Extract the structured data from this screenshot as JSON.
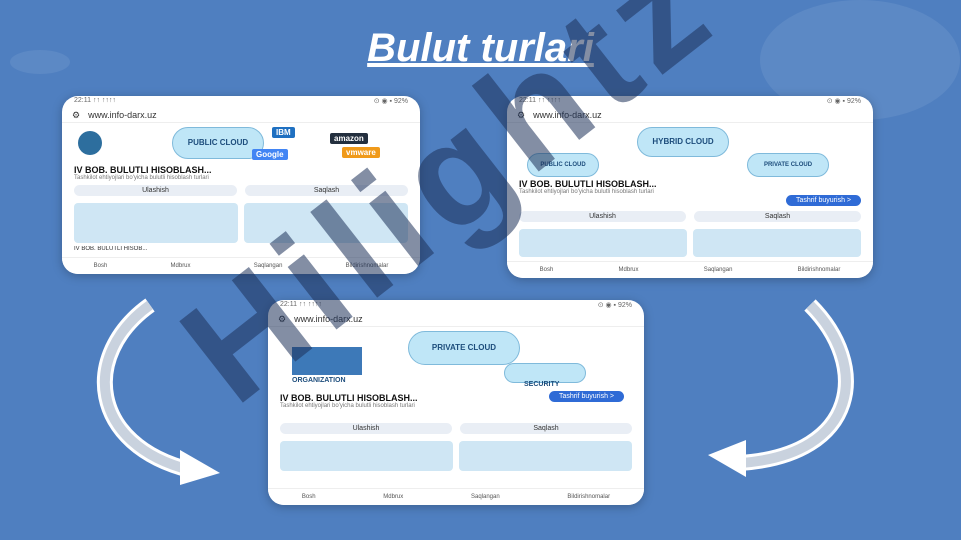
{
  "slide": {
    "title": "Bulut turlari",
    "watermark": "Hilightz"
  },
  "common": {
    "url": "www.info-darx.uz",
    "status_left": "22:11 ↑↑ ↑↑↑↑",
    "status_right": "⊙ ◉ ▪ 92%",
    "desc": "Tashkilot ehtiyojlari bo'yicha bulutli hisoblash turlari",
    "save_button": "Tashrif buyurish >",
    "btn_share": "Ulashish",
    "btn_save": "Saqlash",
    "nav": [
      "Bosh",
      "Mdbrux",
      "Saqlangan",
      "Bildirishnomalar"
    ],
    "thumb_caption": "IV BOB. BULUTLI HISOB..."
  },
  "screens": {
    "public": {
      "cloud_label": "PUBLIC CLOUD",
      "logos": [
        "IBM",
        "amazon",
        "vmware",
        "Google"
      ],
      "heading": "IV BOB. BULUTLI HISOBLASH..."
    },
    "hybrid": {
      "cloud_label": "HYBRID CLOUD",
      "left_label": "PUBLIC CLOUD",
      "right_label": "PRIVATE CLOUD",
      "heading": "IV BOB. BULUTLI HISOBLASH..."
    },
    "private": {
      "cloud_label": "PRIVATE CLOUD",
      "org_label": "ORGANIZATION",
      "security_label": "SECURITY",
      "heading": "IV BOB. BULUTLI HISOBLASH..."
    }
  },
  "colors": {
    "background": "#4f7fc0",
    "accent": "#2f6bd6",
    "cloud": "#bfe6f7"
  }
}
